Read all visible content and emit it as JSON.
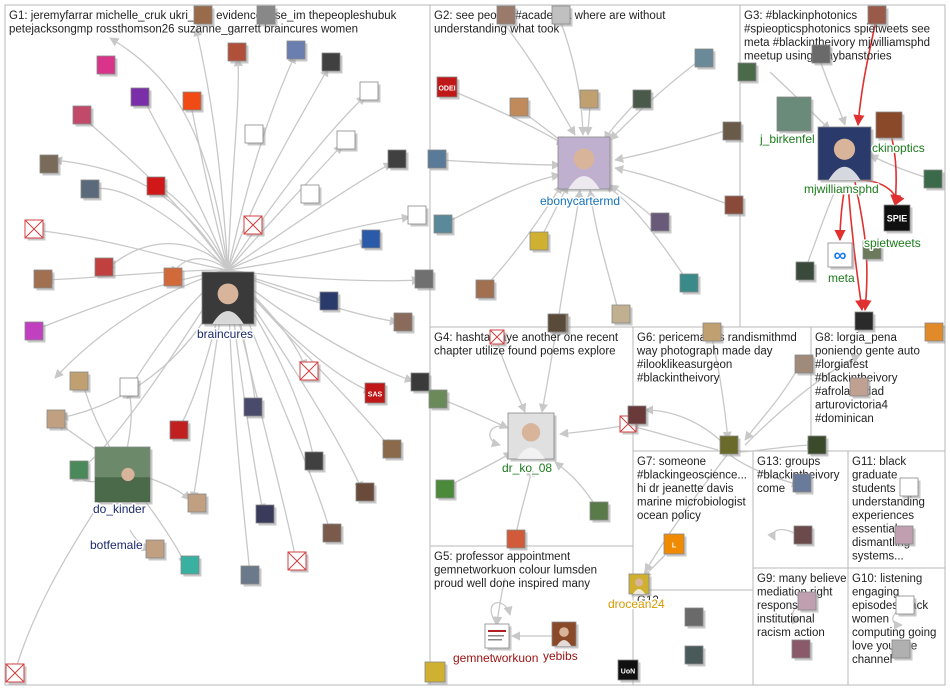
{
  "colors": {
    "edge": "#c8c8c8",
    "highlight_edge": "#e03030",
    "label_blue": "#1a2a6c",
    "label_green": "#1b7a1b",
    "label_darkred": "#9a1010",
    "label_orange": "#d49a00",
    "label_cyan": "#1572b8"
  },
  "groups": [
    {
      "id": "G1",
      "lines": [
        "G1: jeremyfarrar michelle_cruk ukri_ceo evidencebase_im thepeopleshubuk",
        "petejacksongmp rossthomson26 suzanne_garrett braincures women"
      ]
    },
    {
      "id": "G2",
      "lines": [
        "G2: see people #academia where are without",
        "understanding what took"
      ]
    },
    {
      "id": "G3",
      "lines": [
        "G3: #blackinphotonics",
        "#spieopticsphotonics spietweets see",
        "meta #blackintheivory mjwilliamsphd",
        "meetup using #raybanstories"
      ]
    },
    {
      "id": "G4",
      "lines": [
        "G4: hashtag aye another one recent",
        "chapter utilize found poems explore"
      ]
    },
    {
      "id": "G5",
      "lines": [
        "G5: professor appointment",
        "gemnetworkuon colour lumsden",
        "proud well done inspired many"
      ]
    },
    {
      "id": "G6",
      "lines": [
        "G6: pericemanns randismithmd",
        "way photograph made day",
        "#ilooklikeasurgeon",
        "#blackintheivory"
      ]
    },
    {
      "id": "G7",
      "lines": [
        "G7: someone",
        "#blackingeoscience...",
        "hi dr jeanette davis",
        "marine microbiologist",
        "ocean policy"
      ]
    },
    {
      "id": "G8",
      "lines": [
        "G8: lorgia_pena",
        "poniendo gente auto",
        "#lorgiafest",
        "#blackintheivory",
        "#afrolatinidad",
        "arturovictoria4",
        "#dominican"
      ]
    },
    {
      "id": "G9",
      "lines": [
        "G9: many believe",
        "mediation right",
        "response",
        "institutional",
        "racism action"
      ]
    },
    {
      "id": "G10",
      "lines": [
        "G10: listening",
        "engaging",
        "episodes black",
        "women",
        "computing going",
        "love youtube",
        "channel"
      ]
    },
    {
      "id": "G11",
      "lines": [
        "G11: black",
        "graduate",
        "students",
        "understanding",
        "experiences",
        "essential",
        "dismantling",
        "systems..."
      ]
    },
    {
      "id": "G12",
      "lines": [
        "G12"
      ]
    },
    {
      "id": "G13",
      "lines": [
        "G13: groups",
        "#blackintheivory",
        "come"
      ]
    }
  ],
  "labeled_nodes": [
    {
      "id": "braincures",
      "label": "braincures",
      "color": "#1a2a6c"
    },
    {
      "id": "do_kinder",
      "label": "do_kinder",
      "color": "#1a2a6c"
    },
    {
      "id": "botfemale",
      "label": "botfemale",
      "color": "#1a2a6c"
    },
    {
      "id": "ebonycartermd",
      "label": "ebonycartermd",
      "color": "#1572b8"
    },
    {
      "id": "mjwilliamsphd",
      "label": "mjwilliamsphd",
      "color": "#1b7a1b"
    },
    {
      "id": "j_birkenfeld",
      "label": "j_birkenfel",
      "color": "#1b7a1b"
    },
    {
      "id": "mckinoptics",
      "label": "ckinoptics",
      "color": "#1b7a1b"
    },
    {
      "id": "spietweets",
      "label": "spietweets",
      "color": "#1b7a1b"
    },
    {
      "id": "meta",
      "label": "meta",
      "color": "#1b7a1b"
    },
    {
      "id": "dr_ko_08",
      "label": "dr_ko_08",
      "color": "#1b7a1b"
    },
    {
      "id": "gemnetworkuon",
      "label": "gemnetworkuon",
      "color": "#9a1010"
    },
    {
      "id": "yeyebibs",
      "label": "yebibs",
      "color": "#9a1010"
    },
    {
      "id": "drocean24",
      "label": "drocean24",
      "color": "#d49a00"
    }
  ],
  "node_badges": {
    "odei": "ODEI",
    "sas": "SAS",
    "spie": "SPIE",
    "uon": "UoN",
    "l_badge": "L",
    "meta_logo": "∞"
  }
}
